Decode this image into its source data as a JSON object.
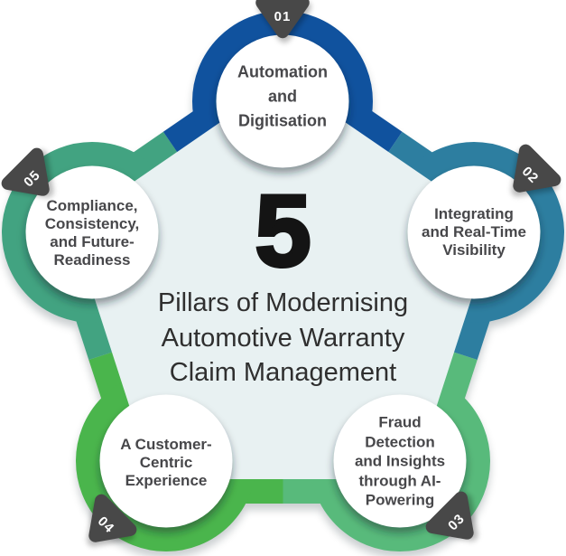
{
  "center": {
    "number": "5",
    "title_lines": [
      "Pillars of Modernising",
      "Automotive Warranty",
      "Claim Management"
    ]
  },
  "pillars": [
    {
      "number": "01",
      "label": "Automation and Digitisation",
      "lines": [
        "Automation",
        "and",
        "Digitisation"
      ],
      "color": "#10529e"
    },
    {
      "number": "02",
      "label": "Integrating and Real-Time Visibility",
      "lines": [
        "Integrating",
        "and Real-Time",
        "Visibility"
      ],
      "color": "#2d7ea0"
    },
    {
      "number": "03",
      "label": "Fraud Detection and Insights through AI-Powering",
      "lines": [
        "Fraud",
        "Detection",
        "and Insights",
        "through AI-",
        "Powering"
      ],
      "color": "#58ba7b"
    },
    {
      "number": "04",
      "label": "A Customer-Centric Experience",
      "lines": [
        "A Customer-",
        "Centric",
        "Experience"
      ],
      "color": "#4ab54c"
    },
    {
      "number": "05",
      "label": "Compliance, Consistency, and Future-Readiness",
      "lines": [
        "Compliance,",
        "Consistency,",
        "and Future-",
        "Readiness"
      ],
      "color": "#42a381"
    }
  ],
  "colors": {
    "interior": "#e8f1f2",
    "badge_bg": "#484848",
    "badge_text": "#ffffff",
    "label_text": "#47474a",
    "center_number": "#141414",
    "center_title": "#2f2f2f"
  }
}
